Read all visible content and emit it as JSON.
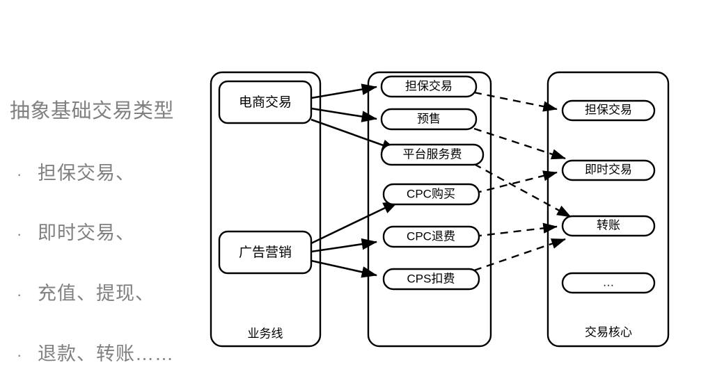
{
  "slide": {
    "left": {
      "title": "抽象基础交易类型",
      "bullets": [
        {
          "marker": "·",
          "text": "担保交易、"
        },
        {
          "marker": "·",
          "text": "即时交易、"
        },
        {
          "marker": "·",
          "text": "充值、提现、"
        },
        {
          "marker": "·",
          "text": "退款、转账……"
        }
      ],
      "text_color": "#808080"
    },
    "diagram": {
      "type": "flow",
      "stroke_color": "#000000",
      "fill_color": "#ffffff",
      "columns": [
        {
          "id": "business-line",
          "label": "业务线",
          "nodes": [
            {
              "id": "ecommerce",
              "label": "电商交易"
            },
            {
              "id": "ad-marketing",
              "label": "广告营销"
            }
          ]
        },
        {
          "id": "middle-column",
          "label": "",
          "nodes": [
            {
              "id": "m-guarantee",
              "label": "担保交易"
            },
            {
              "id": "m-presale",
              "label": "预售"
            },
            {
              "id": "m-platform-fee",
              "label": "平台服务费"
            },
            {
              "id": "m-cpc-buy",
              "label": "CPC购买"
            },
            {
              "id": "m-cpc-refund",
              "label": "CPC退费"
            },
            {
              "id": "m-cps-charge",
              "label": "CPS扣费"
            }
          ]
        },
        {
          "id": "trade-core",
          "label": "交易核心",
          "nodes": [
            {
              "id": "r-guarantee",
              "label": "担保交易"
            },
            {
              "id": "r-instant",
              "label": "即时交易"
            },
            {
              "id": "r-transfer",
              "label": "转账"
            },
            {
              "id": "r-more",
              "label": "…"
            }
          ]
        }
      ],
      "edges": [
        {
          "from": "ecommerce",
          "to": "m-guarantee",
          "style": "solid"
        },
        {
          "from": "ecommerce",
          "to": "m-presale",
          "style": "solid"
        },
        {
          "from": "ecommerce",
          "to": "m-platform-fee",
          "style": "solid"
        },
        {
          "from": "ad-marketing",
          "to": "m-cpc-buy",
          "style": "solid"
        },
        {
          "from": "ad-marketing",
          "to": "m-cpc-refund",
          "style": "solid"
        },
        {
          "from": "ad-marketing",
          "to": "m-cps-charge",
          "style": "solid"
        },
        {
          "from": "m-guarantee",
          "to": "r-guarantee",
          "style": "dashed"
        },
        {
          "from": "m-presale",
          "to": "r-instant",
          "style": "dashed"
        },
        {
          "from": "m-platform-fee",
          "to": "r-transfer",
          "style": "dashed"
        },
        {
          "from": "m-cpc-buy",
          "to": "r-instant",
          "style": "dashed"
        },
        {
          "from": "m-cpc-refund",
          "to": "r-transfer",
          "style": "dashed"
        },
        {
          "from": "m-cps-charge",
          "to": "r-transfer",
          "style": "dashed"
        }
      ]
    }
  }
}
